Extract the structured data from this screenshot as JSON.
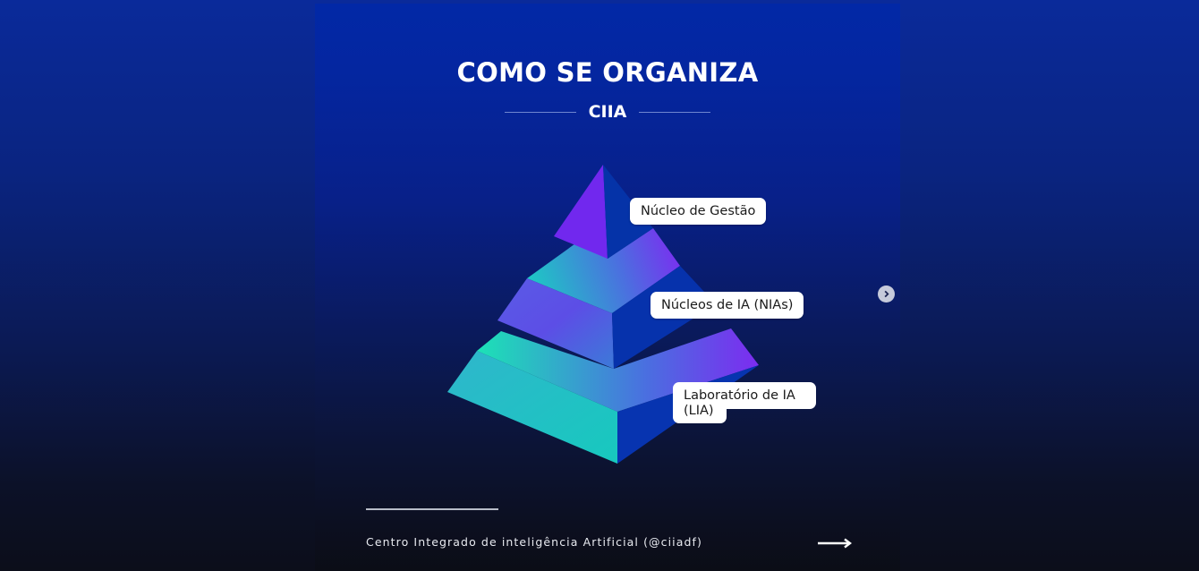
{
  "slide": {
    "title": "COMO SE ORGANIZA",
    "subtitle": "CIIA",
    "levels": [
      {
        "label": "Núcleo de Gestão"
      },
      {
        "label": "Núcleos de IA (NIAs)"
      },
      {
        "label": "Laboratório de IA\n(LIA)"
      }
    ],
    "footer": {
      "text": "Centro Integrado de inteligência Artificial (@ciiadf)",
      "arrow_icon": "arrow-right-icon"
    }
  },
  "carousel": {
    "next_icon": "chevron-right-icon"
  },
  "colors": {
    "bg_top": "#0228a6",
    "bg_bottom": "#0b0d16",
    "teal": "#12e0b8",
    "violet": "#7b2cf0",
    "deep_blue": "#0530a8",
    "label_bg": "#ffffff"
  }
}
